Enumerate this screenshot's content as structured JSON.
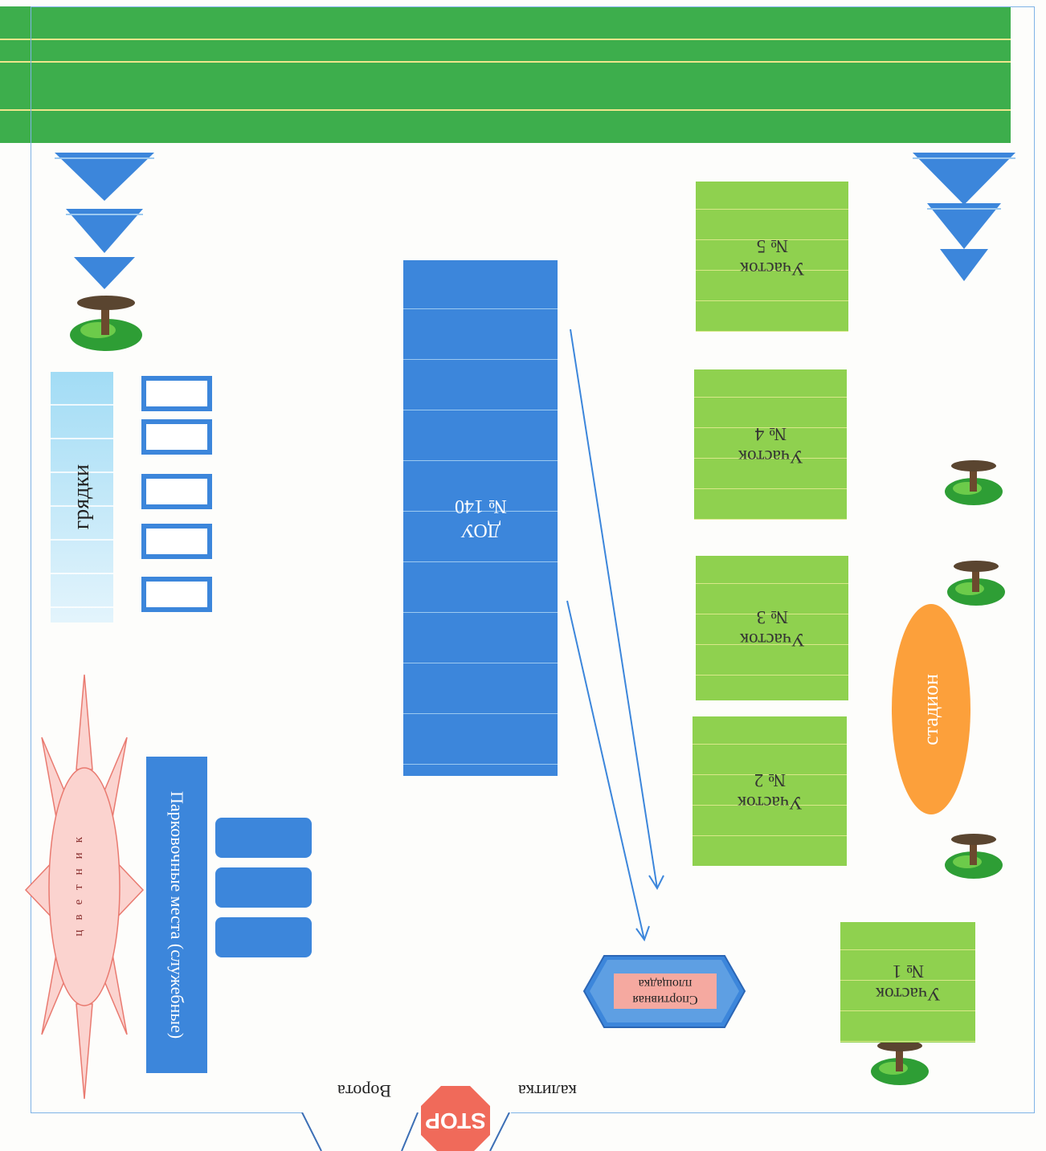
{
  "building": {
    "line1": "ДОУ",
    "line2": "№ 140"
  },
  "plots": [
    {
      "label": "Участок\n№ 1"
    },
    {
      "label": "Участок\n№ 2"
    },
    {
      "label": "Участок\n№ 3"
    },
    {
      "label": "Участок\n№ 4"
    },
    {
      "label": "Участок\n№ 5"
    }
  ],
  "stadium": "стадион",
  "sports_ground": "Спортивная площадка",
  "parking": "Парковочные места (служебные)",
  "beds": "грядки",
  "flower_bed": "цветник",
  "gate": "Ворота",
  "wicket": "калитка",
  "stop_sign": "STOP",
  "colors": {
    "road": "#3dae4c",
    "building": "#3c86db",
    "plot": "#8fd14f",
    "stadium": "#fca03b",
    "flower_bed": "#f8b7b0",
    "stop": "#f06a5a"
  }
}
